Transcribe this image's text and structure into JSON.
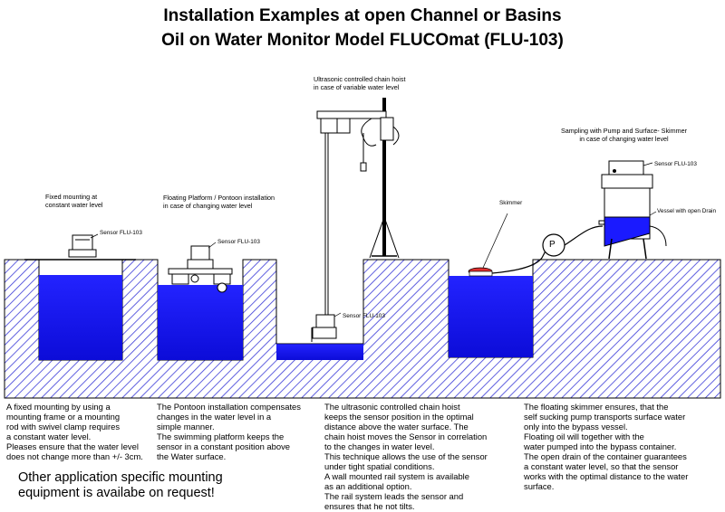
{
  "title": {
    "line1": "Installation Examples at open Channel or Basins",
    "line2": "Oil on Water Monitor Model FLUCOmat (FLU-103)"
  },
  "captions": {
    "fixed": [
      "Fixed mounting at",
      "constant water level"
    ],
    "pontoon": [
      "Floating Platform / Pontoon installation",
      "in case of changing water level"
    ],
    "hoist": [
      "Ultrasonic controlled chain hoist",
      "in case of variable water level"
    ],
    "pump": [
      "Sampling with Pump and Surface- Skimmer",
      "in case of changing water level"
    ]
  },
  "labels": {
    "sensor": "Sensor FLU-103",
    "skimmer": "Skimmer",
    "vessel": "Vessel with open Drain",
    "pump": "P"
  },
  "descriptions": {
    "fixed": [
      "A fixed mounting by using a",
      "mounting frame or a mounting",
      "rod with swivel clamp requires",
      "a constant water level.",
      "Pleases ensure that the water level",
      "does not change more than +/- 3cm."
    ],
    "pontoon": [
      "The Pontoon installation compensates",
      "changes in the water level in a",
      "simple manner.",
      "The swimming platform keeps the",
      "sensor in a constant position above",
      "the Water surface."
    ],
    "hoist": [
      "The ultrasonic controlled chain hoist",
      "keeps the sensor position in the optimal",
      "distance above the water surface. The",
      "chain hoist moves the Sensor in correlation",
      "to the changes in water level.",
      "This technique allows the use of the sensor",
      "under tight spatial conditions.",
      "A wall mounted rail system is available",
      "as an additional option.",
      "The rail system leads the sensor and",
      "ensures that he not tilts."
    ],
    "pump": [
      "The floating skimmer ensures, that the",
      "self sucking pump transports surface water",
      "only into the bypass vessel.",
      "Floating oil will together with the",
      "water pumped into the bypass container.",
      "The open drain of the container guarantees",
      "a constant water level, so that the sensor",
      "works with the optimal distance to the water",
      "surface."
    ]
  },
  "footer": [
    "Other application specific mounting",
    "equipment is availabe on request!"
  ],
  "colors": {
    "water": "#1a1aff",
    "hatch": "#3a3ad8",
    "skimmer": "#e03030",
    "outline": "#000000"
  }
}
